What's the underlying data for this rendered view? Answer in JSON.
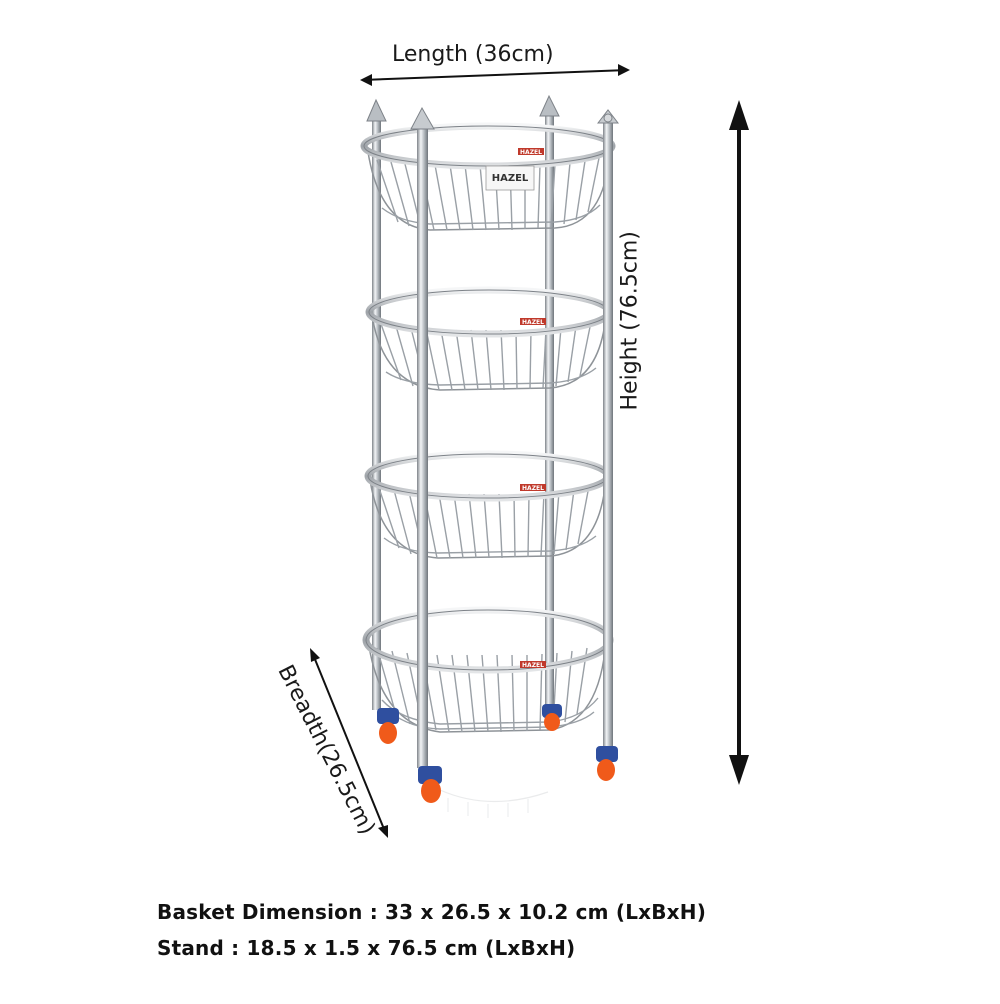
{
  "dimensions": {
    "length_label": "Length (36cm)",
    "height_label": "Height (76.5cm)",
    "breadth_label": "Breadth(26.5cm)"
  },
  "specs": {
    "basket_dimension": "Basket Dimension : 33 x 26.5 x 10.2 cm (LxBxH)",
    "stand": "Stand : 18.5 x 1.5 x 76.5 cm (LxBxH)"
  },
  "product": {
    "brand": "HAZEL",
    "tier_count": 4
  },
  "colors": {
    "steel": "#c9ccd0",
    "steel_dark": "#8e9398",
    "wheel_blue": "#2f4f9f",
    "wheel_orange": "#f05a1a",
    "brand_red": "#c0392b",
    "arrow": "#111111"
  }
}
